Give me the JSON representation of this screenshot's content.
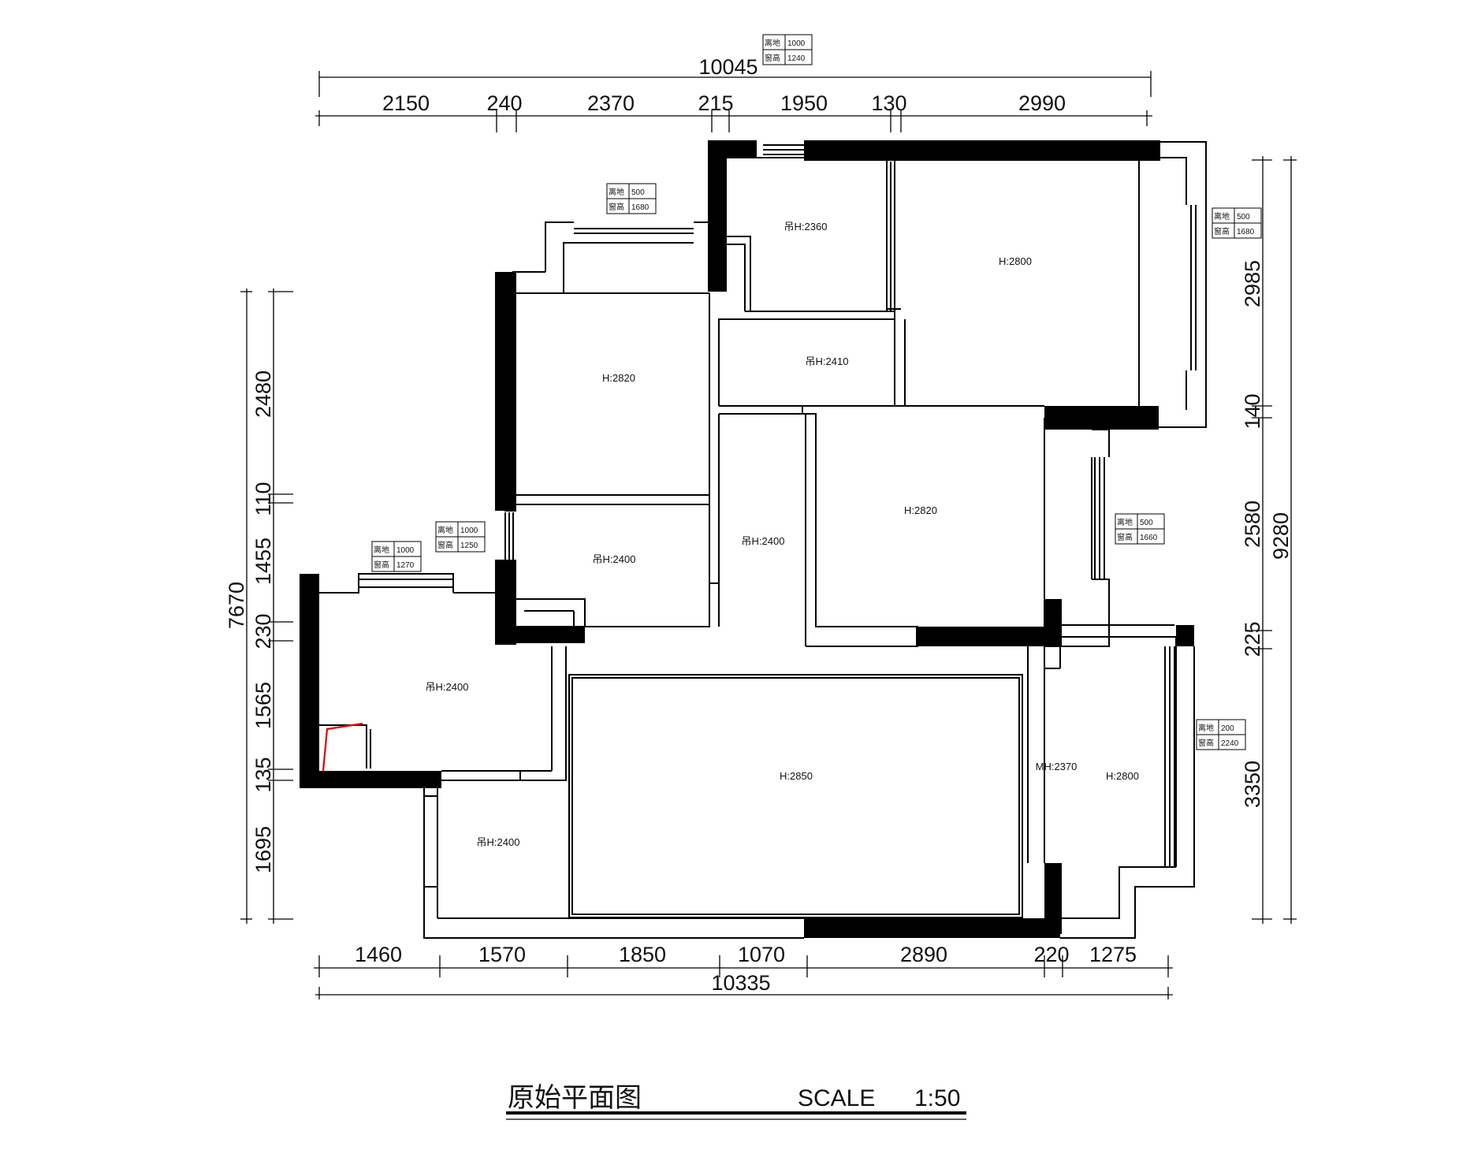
{
  "colors": {
    "wall": "#000000",
    "line": "#000000",
    "accent_red": "#e00000",
    "background": "#ffffff"
  },
  "title": {
    "name": "原始平面图",
    "scale_label": "SCALE",
    "scale_value": "1:50"
  },
  "dimensions": {
    "top_total": "10045",
    "top": [
      "2150",
      "240",
      "2370",
      "215",
      "1950",
      "130",
      "2990"
    ],
    "bottom": [
      "1460",
      "1570",
      "1850",
      "1070",
      "2890",
      "220",
      "1275"
    ],
    "bottom_total": "10335",
    "left": [
      "2480",
      "110",
      "1455",
      "230",
      "1565",
      "135",
      "1695"
    ],
    "left_total": "7670",
    "right": [
      "2985",
      "140",
      "2580",
      "225",
      "3350"
    ],
    "right_total": "9280"
  },
  "rooms": [
    {
      "id": "room-top-small",
      "label": "吊H:2360"
    },
    {
      "id": "room-master",
      "label": "H:2800"
    },
    {
      "id": "room-corridor-top",
      "label": "吊H:2410"
    },
    {
      "id": "room-left-bed",
      "label": "H:2820"
    },
    {
      "id": "room-left-bath",
      "label": "吊H:2400"
    },
    {
      "id": "room-hall",
      "label": "吊H:2400"
    },
    {
      "id": "room-right-bed",
      "label": "H:2820"
    },
    {
      "id": "room-kitchen",
      "label": "吊H:2400"
    },
    {
      "id": "room-living",
      "label": "H:2850"
    },
    {
      "id": "room-mh",
      "label": "MH:2370"
    },
    {
      "id": "room-balcony",
      "label": "H:2800"
    },
    {
      "id": "room-entry",
      "label": "吊H:2400"
    }
  ],
  "window_tags": [
    {
      "id": "tag-top",
      "sill_label": "离地",
      "sill": "1000",
      "height_label": "窗高",
      "height": "1240"
    },
    {
      "id": "tag-upper-left",
      "sill_label": "离地",
      "sill": "500",
      "height_label": "窗高",
      "height": "1680"
    },
    {
      "id": "tag-right-top",
      "sill_label": "离地",
      "sill": "500",
      "height_label": "窗高",
      "height": "1680"
    },
    {
      "id": "tag-mid-left",
      "sill_label": "离地",
      "sill": "1000",
      "height_label": "窗高",
      "height": "1250"
    },
    {
      "id": "tag-left",
      "sill_label": "离地",
      "sill": "1000",
      "height_label": "窗高",
      "height": "1270"
    },
    {
      "id": "tag-right-mid",
      "sill_label": "离地",
      "sill": "500",
      "height_label": "窗高",
      "height": "1660"
    },
    {
      "id": "tag-right-bottom",
      "sill_label": "离地",
      "sill": "200",
      "height_label": "窗高",
      "height": "2240"
    }
  ]
}
